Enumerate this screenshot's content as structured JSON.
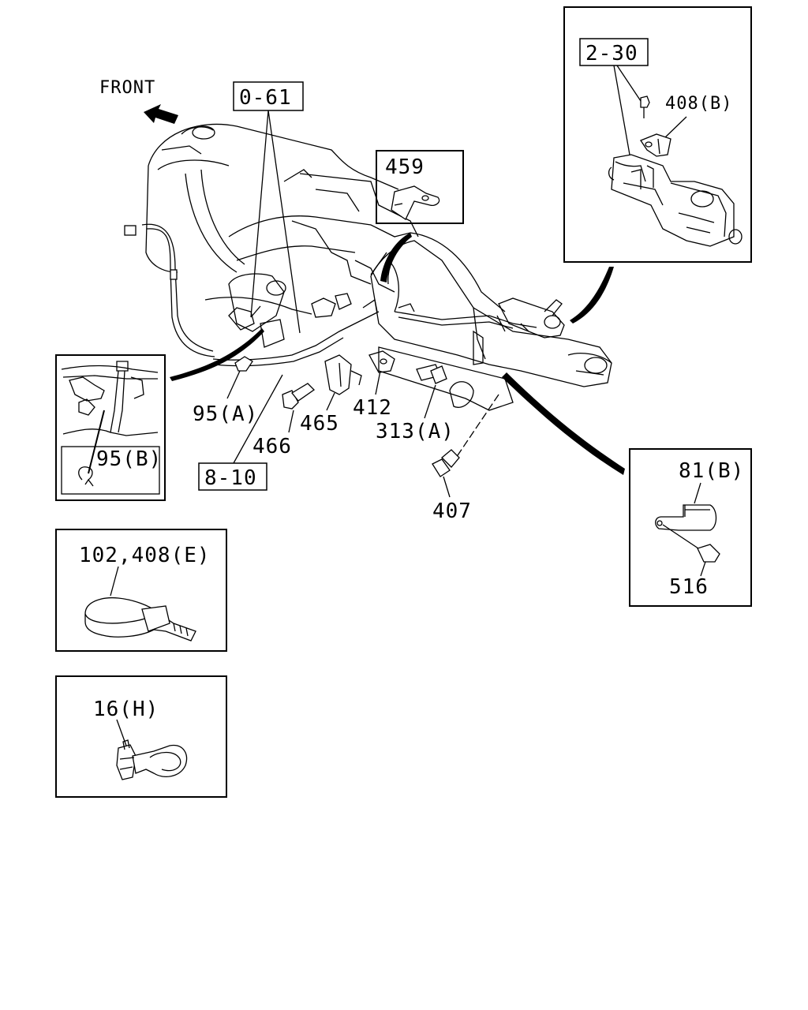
{
  "front_label": "FRONT",
  "refs": {
    "r061": "0-61",
    "r810": "8-10",
    "r230": "2-30"
  },
  "labels": {
    "p459": "459",
    "p408b": "408(B)",
    "p95a": "95(A)",
    "p95b": "95(B)",
    "p466": "466",
    "p465": "465",
    "p412": "412",
    "p313a": "313(A)",
    "p407": "407",
    "p81b": "81(B)",
    "p516": "516",
    "p102_408e": "102,408(E)",
    "p16h": "16(H)"
  }
}
